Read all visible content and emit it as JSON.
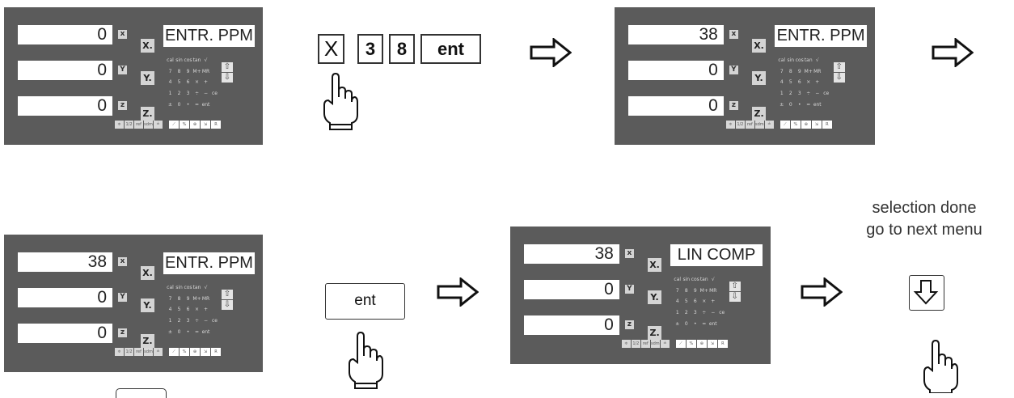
{
  "panels": [
    {
      "x_value": "0",
      "y_value": "0",
      "z_value": "0",
      "display": "ENTR. PPM"
    },
    {
      "x_value": "38",
      "y_value": "0",
      "z_value": "0",
      "display": "ENTR. PPM"
    },
    {
      "x_value": "38",
      "y_value": "0",
      "z_value": "0",
      "display": "ENTR. PPM"
    },
    {
      "x_value": "38",
      "y_value": "0",
      "z_value": "0",
      "display": "LIN COMP"
    }
  ],
  "axis_buttons": {
    "x": "x",
    "y": "Y",
    "z": "z"
  },
  "zero_buttons": {
    "x": "X.",
    "y": "Y.",
    "z": "Z."
  },
  "keypad": {
    "row1": [
      "cal",
      "sin",
      "cos",
      "tan",
      "√"
    ],
    "row2": [
      "7",
      "8",
      "9",
      "M+",
      "MR"
    ],
    "row3": [
      "4",
      "5",
      "6",
      "×",
      "+"
    ],
    "row4": [
      "1",
      "2",
      "3",
      "÷",
      "−",
      "ce"
    ],
    "row5": [
      "±",
      "0",
      "•",
      "=",
      "ent"
    ],
    "arrow_up": "⇧",
    "arrow_down": "⇩",
    "bottom": [
      "≑",
      "1/2",
      "ref",
      "sdm",
      "≟",
      "⟋",
      "%",
      "⊕",
      "⇲",
      "R"
    ]
  },
  "step1_keys": [
    "X",
    "3",
    "8",
    "ent"
  ],
  "step2_key": "ent",
  "caption": {
    "line1": "selection done",
    "line2": "go to next menu"
  },
  "next_key": "⇩",
  "colors": {
    "panel": "#5b5b5b",
    "key_border": "#333333"
  }
}
